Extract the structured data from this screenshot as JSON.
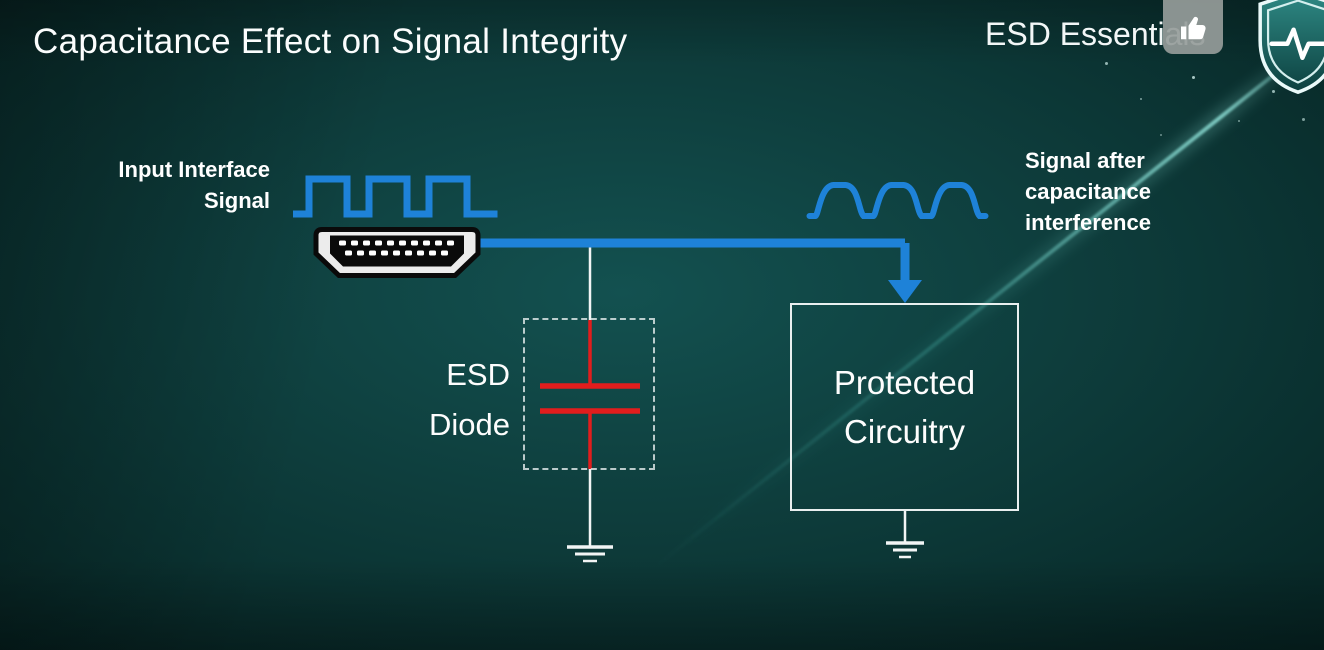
{
  "title": "Capacitance Effect on Signal Integrity",
  "brand": {
    "name": "ESD Essentials",
    "icons": {
      "thumbs": "thumbs-up-icon",
      "shield": "shield-heartbeat-icon"
    }
  },
  "diagram": {
    "input_label": "Input Interface\nSignal",
    "output_label": "Signal after\ncapacitance\ninterference",
    "esd_label": "ESD\nDiode",
    "protected_label": "Protected\nCircuitry",
    "icons": {
      "connector": "hdmi-connector-icon",
      "capacitor": "capacitor-symbol",
      "ground": "ground-symbol",
      "input_wave": "square-wave-icon",
      "output_wave": "distorted-wave-icon"
    }
  },
  "colors": {
    "signal_blue": "#1e82d8",
    "capacitor_red": "#e11d1d",
    "background_teal": "#0d3a39",
    "text_white": "#ffffff"
  }
}
